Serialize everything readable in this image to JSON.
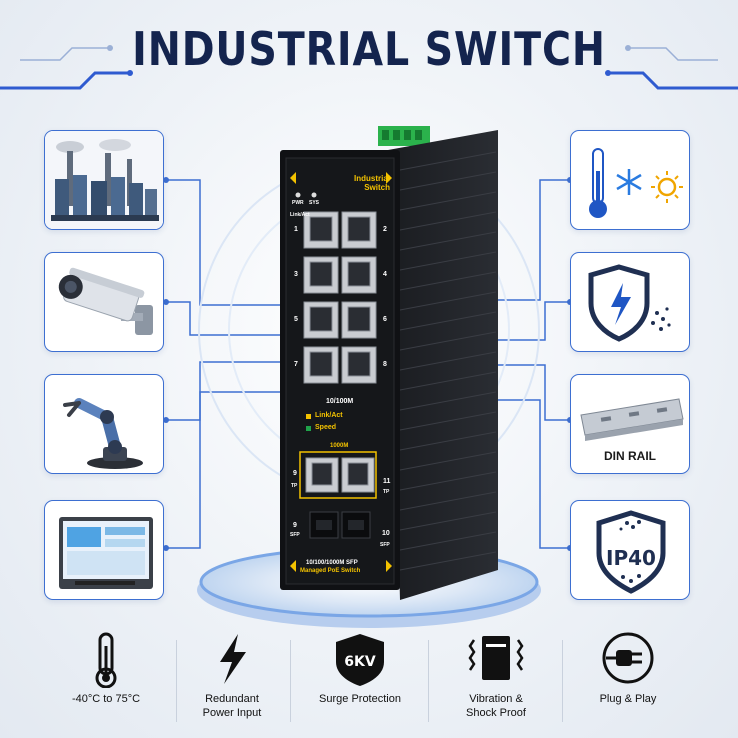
{
  "title": "INDUSTRIAL SWITCH",
  "switch": {
    "brand": "Industrial Switch",
    "pwr_label": "PWR",
    "sys_label": "SYS",
    "link_label": "Link/Act",
    "port_numbers": [
      "1",
      "2",
      "3",
      "4",
      "5",
      "6",
      "7",
      "8",
      "9",
      "10",
      "11"
    ],
    "speed_label_1": "10/100M",
    "legend_link": "Link/Act",
    "legend_speed": "Speed",
    "uplink_label": "1000M",
    "tp_label": "TP",
    "sfp_label": "SFP",
    "footer_line1": "10/100/1000M SFP",
    "footer_line2": "Managed PoE Switch"
  },
  "right_labels": {
    "din_rail": "DIN RAIL"
  },
  "features": [
    {
      "icon": "thermometer-icon",
      "text": "-40°C to 75°C"
    },
    {
      "icon": "lightning-icon",
      "text": "Redundant Power Input"
    },
    {
      "icon": "shield-6kv-icon",
      "badge": "6KV",
      "text": "Surge Protection"
    },
    {
      "icon": "vibration-icon",
      "text": "Vibration & Shock Proof"
    },
    {
      "icon": "plug-icon",
      "text": "Plug & Play"
    }
  ],
  "ip_badge": "IP40",
  "colors": {
    "navy": "#14244e",
    "accent_blue": "#3d6fd1",
    "yellow": "#f3c200",
    "green": "#1fa34a"
  }
}
